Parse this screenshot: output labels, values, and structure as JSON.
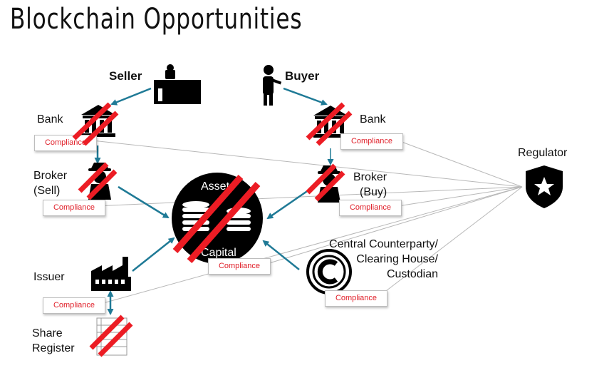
{
  "title": "Blockchain Opportunities",
  "colors": {
    "arrow": "#1f7a96",
    "cross": "#ec1c24",
    "compliance_text": "#e0202a",
    "regulator_line": "#b8b8b8"
  },
  "nodes": {
    "seller": "Seller",
    "buyer": "Buyer",
    "bank_left": "Bank",
    "bank_right": "Bank",
    "broker_sell_1": "Broker",
    "broker_sell_2": "(Sell)",
    "broker_buy_1": "Broker",
    "broker_buy_2": "(Buy)",
    "regulator": "Regulator",
    "ccp_1": "Central Counterparty/",
    "ccp_2": "Clearing House/",
    "ccp_3": "Custodian",
    "issuer": "Issuer",
    "share_register_1": "Share",
    "share_register_2": "Register",
    "assets": "Assets",
    "capital": "Capital"
  },
  "compliance_label": "Compliance",
  "icons": [
    "seller-desk-icon",
    "buyer-person-icon",
    "bank-icon",
    "broker-spy-icon",
    "regulator-badge-icon",
    "assets-coins-icon",
    "ccp-copyright-icon",
    "factory-icon",
    "share-register-icon"
  ]
}
